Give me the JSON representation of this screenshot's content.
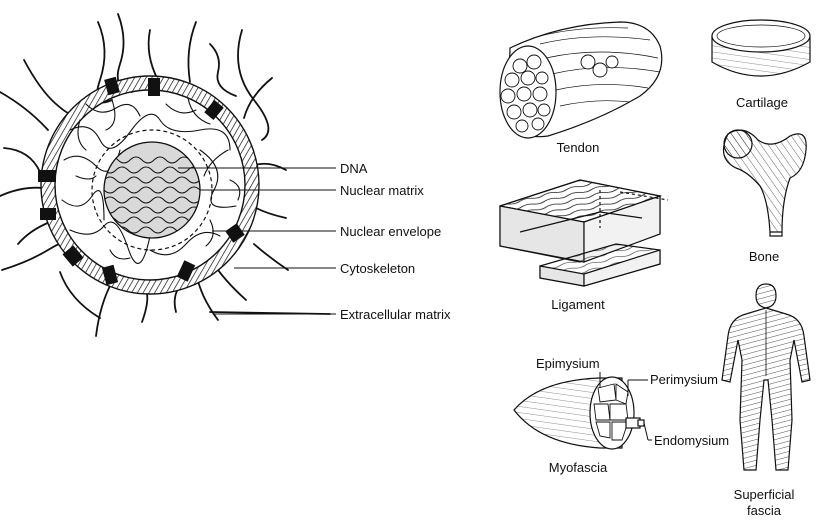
{
  "cell": {
    "labels": {
      "dna": "DNA",
      "nuclear_matrix": "Nuclear matrix",
      "nuclear_envelope": "Nuclear envelope",
      "cytoskeleton": "Cytoskeleton",
      "extracellular_matrix": "Extracellular matrix"
    }
  },
  "tissues": {
    "tendon": "Tendon",
    "cartilage": "Cartilage",
    "bone": "Bone",
    "ligament": "Ligament",
    "myofascia": "Myofascia",
    "epimysium": "Epimysium",
    "perimysium": "Perimysium",
    "endomysium": "Endomysium",
    "superficial_fascia_line1": "Superficial",
    "superficial_fascia_line2": "fascia"
  },
  "colors": {
    "ink": "#111111",
    "shade": "#c8c8c8",
    "background": "#ffffff"
  }
}
